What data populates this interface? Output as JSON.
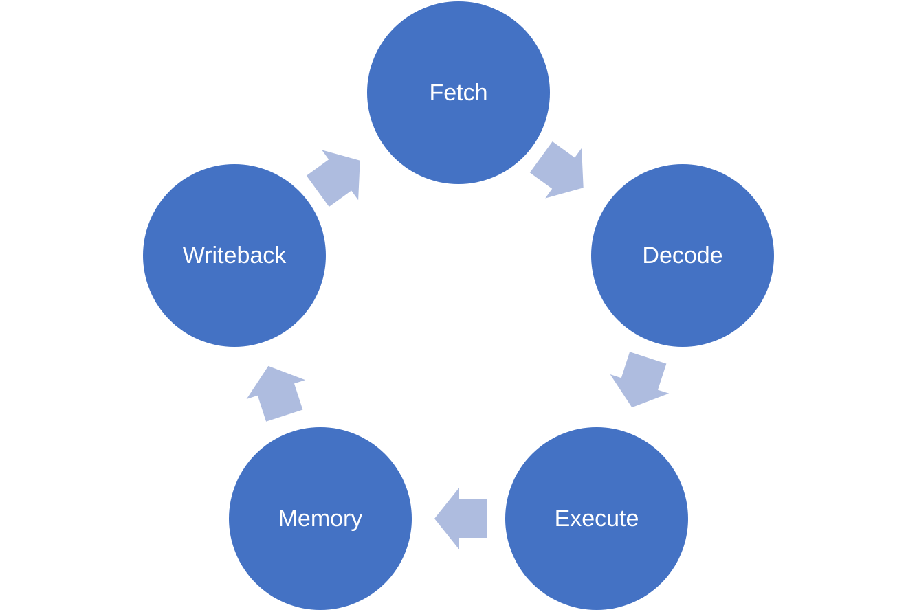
{
  "diagram": {
    "colors": {
      "node_fill": "#4472C4",
      "node_text": "#FFFFFF",
      "arrow_fill": "#AEBCDF",
      "background": "#FFFFFF"
    },
    "stages": [
      {
        "id": "fetch",
        "label": "Fetch"
      },
      {
        "id": "decode",
        "label": "Decode"
      },
      {
        "id": "execute",
        "label": "Execute"
      },
      {
        "id": "memory",
        "label": "Memory"
      },
      {
        "id": "writeback",
        "label": "Writeback"
      }
    ],
    "arrows": [
      {
        "from": "fetch",
        "to": "decode"
      },
      {
        "from": "decode",
        "to": "execute"
      },
      {
        "from": "execute",
        "to": "memory"
      },
      {
        "from": "memory",
        "to": "writeback"
      },
      {
        "from": "writeback",
        "to": "fetch"
      }
    ]
  }
}
